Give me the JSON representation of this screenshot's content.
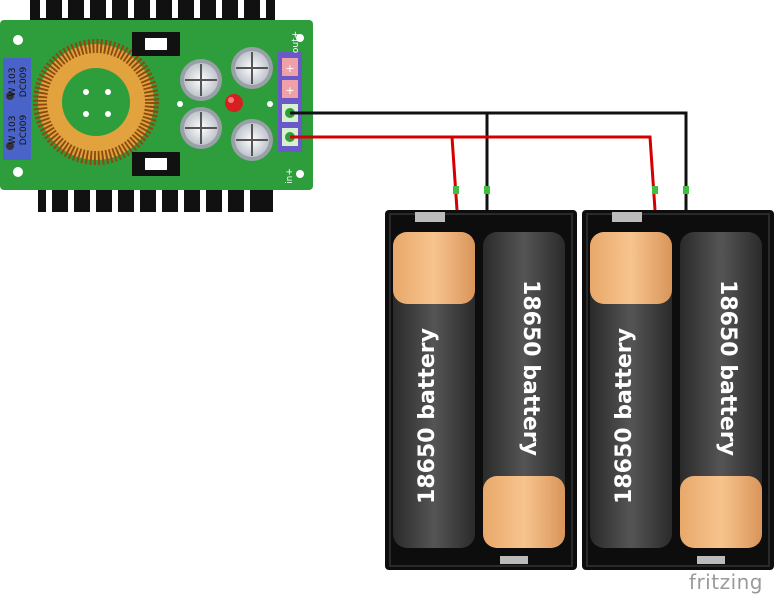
{
  "module": {
    "chip_lines": [
      "W 103",
      "DC009"
    ],
    "out_label": "out+",
    "in_label": "in+",
    "terminal_symbols": [
      "+",
      "+"
    ]
  },
  "batteries": {
    "cell_label": "18650 battery"
  },
  "wires": {
    "positive_color": "#d40000",
    "negative_color": "#111111"
  },
  "watermark": "fritzing"
}
